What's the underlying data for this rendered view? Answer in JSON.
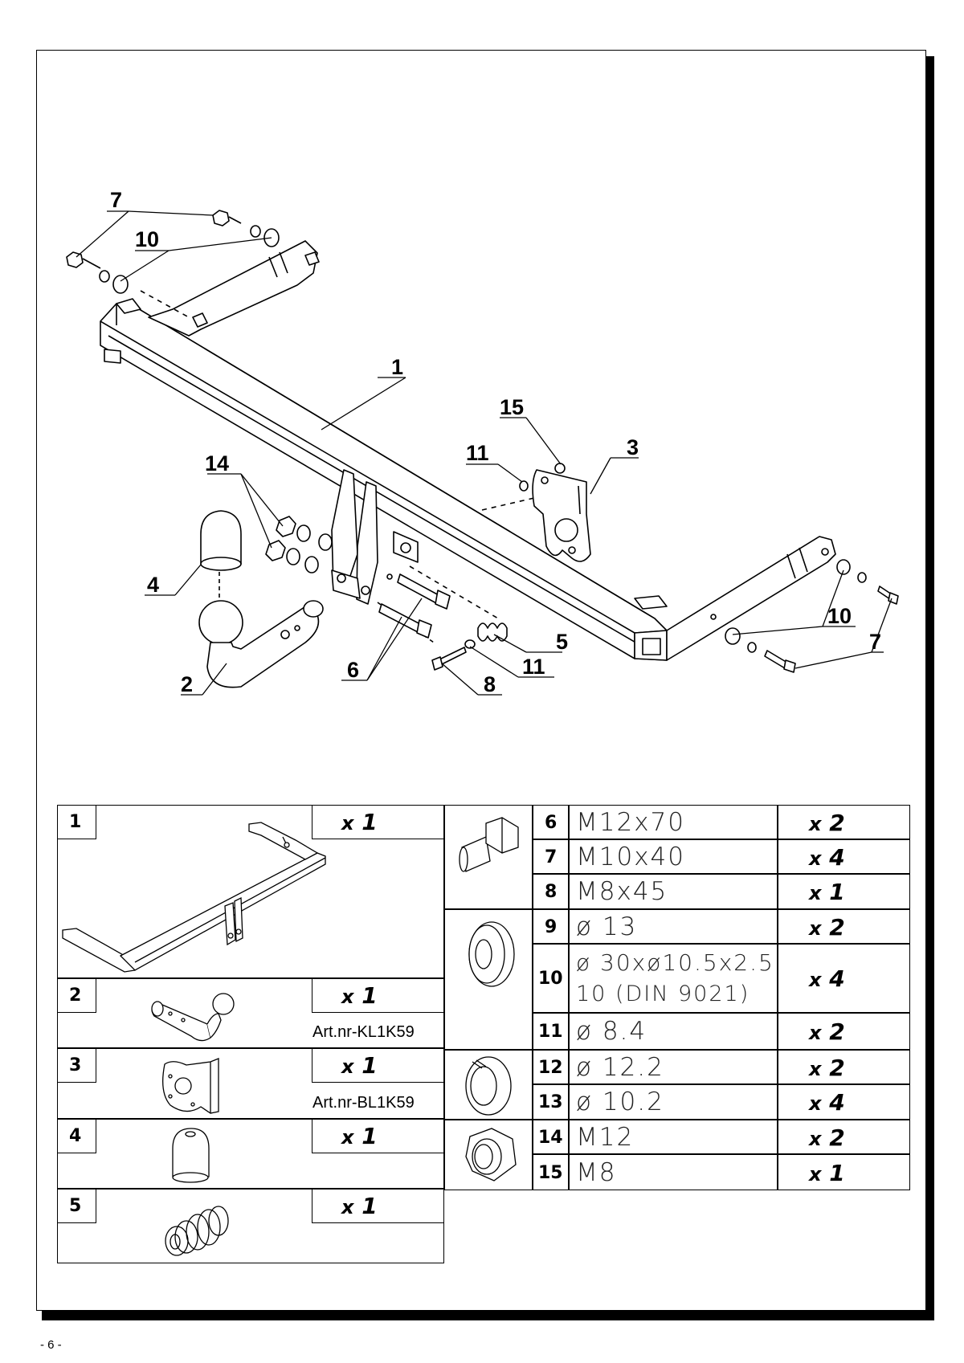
{
  "page_number": "- 6 -",
  "callouts": {
    "c7a": "7",
    "c10a": "10",
    "c1": "1",
    "c15": "15",
    "c3": "3",
    "c11a": "11",
    "c14": "14",
    "c4": "4",
    "c5": "5",
    "c10b": "10",
    "c7b": "7",
    "c2": "2",
    "c6": "6",
    "c8": "8",
    "c11b": "11"
  },
  "parts_left": [
    {
      "num": "1",
      "qty_prefix": "x",
      "qty": "1",
      "art": ""
    },
    {
      "num": "2",
      "qty_prefix": "x",
      "qty": "1",
      "art": "Art.nr-KL1K59"
    },
    {
      "num": "3",
      "qty_prefix": "x",
      "qty": "1",
      "art": "Art.nr-BL1K59"
    },
    {
      "num": "4",
      "qty_prefix": "x",
      "qty": "1",
      "art": ""
    },
    {
      "num": "5",
      "qty_prefix": "x",
      "qty": "1",
      "art": ""
    }
  ],
  "parts_right": [
    {
      "num": "6",
      "spec": "M12x70",
      "spec2": "",
      "qty_prefix": "x",
      "qty": "2"
    },
    {
      "num": "7",
      "spec": "M10x40",
      "spec2": "",
      "qty_prefix": "x",
      "qty": "4"
    },
    {
      "num": "8",
      "spec": "M8x45",
      "spec2": "",
      "qty_prefix": "x",
      "qty": "1"
    },
    {
      "num": "9",
      "spec": "ø 13",
      "spec2": "",
      "qty_prefix": "x",
      "qty": "2"
    },
    {
      "num": "10",
      "spec": "ø 30xø10.5x2.5",
      "spec2": "10 (DIN 9021)",
      "qty_prefix": "x",
      "qty": "4"
    },
    {
      "num": "11",
      "spec": "ø 8.4",
      "spec2": "",
      "qty_prefix": "x",
      "qty": "2"
    },
    {
      "num": "12",
      "spec": "ø 12.2",
      "spec2": "",
      "qty_prefix": "x",
      "qty": "2"
    },
    {
      "num": "13",
      "spec": "ø 10.2",
      "spec2": "",
      "qty_prefix": "x",
      "qty": "4"
    },
    {
      "num": "14",
      "spec": "M12",
      "spec2": "",
      "qty_prefix": "x",
      "qty": "2"
    },
    {
      "num": "15",
      "spec": "M8",
      "spec2": "",
      "qty_prefix": "x",
      "qty": "1"
    }
  ]
}
